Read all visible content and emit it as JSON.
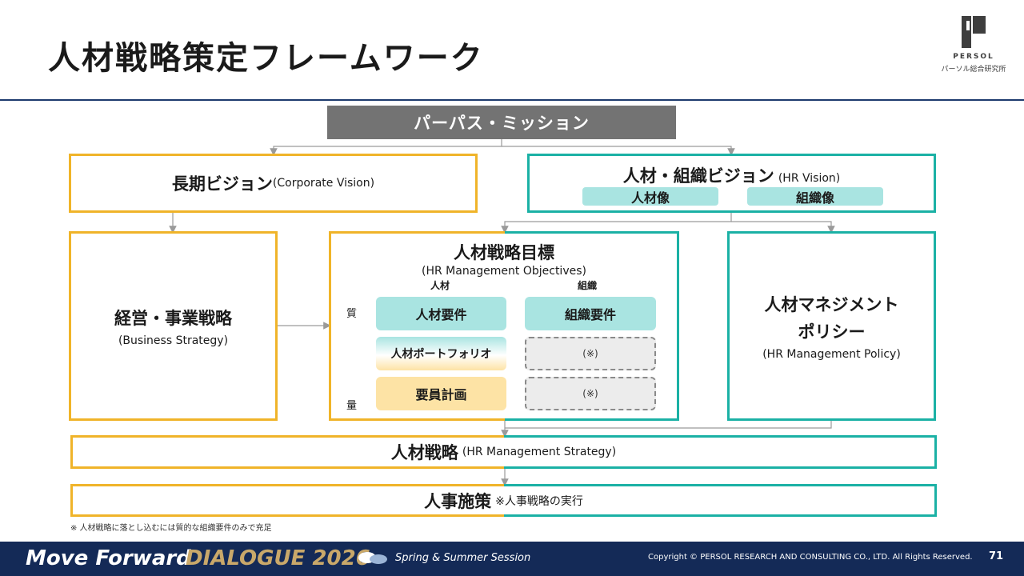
{
  "header": {
    "title": "人材戦略策定フレームワーク",
    "logo_name": "PERSOL",
    "logo_sub": "パーソル総合研究所"
  },
  "diagram": {
    "purpose": "パーパス・ミッション",
    "long_vision": {
      "label": "長期ビジョン",
      "en": "(Corporate Vision)"
    },
    "hr_vision": {
      "label": "人材・組織ビジョン",
      "en": "(HR Vision)",
      "tag_people": "人材像",
      "tag_org": "組織像"
    },
    "business": {
      "label": "経営・事業戦略",
      "en": "(Business Strategy)"
    },
    "objectives": {
      "label": "人材戦略目標",
      "en": "(HR Management Objectives)",
      "col_people": "人材",
      "col_org": "組織",
      "axis_quality": "質",
      "axis_quantity": "量",
      "req_people": "人材要件",
      "req_org": "組織要件",
      "portfolio": "人材ポートフォリオ",
      "note_mark_1": "(※)",
      "staffing": "要員計画",
      "note_mark_2": "(※)"
    },
    "policy": {
      "label_line1": "人材マネジメント",
      "label_line2": "ポリシー",
      "en": "(HR Management Policy)"
    },
    "strategy": {
      "label": "人材戦略",
      "en": "(HR Management Strategy)"
    },
    "measures": {
      "label": "人事施策",
      "note": "※人事戦略の実行"
    },
    "footnote": "※ 人材戦略に落とし込むには質的な組織要件のみで充足"
  },
  "footer": {
    "brand_a": "Move Forward",
    "brand_b": "DIALOGUE 2026",
    "session": "Spring & Summer Session",
    "copyright": "Copyright © PERSOL RESEARCH AND CONSULTING CO., LTD. All Rights Reserved.",
    "page": "71"
  },
  "colors": {
    "yellow": "#f0b429",
    "teal": "#1bb1a5",
    "navy": "#142a57",
    "gray": "#737373"
  }
}
